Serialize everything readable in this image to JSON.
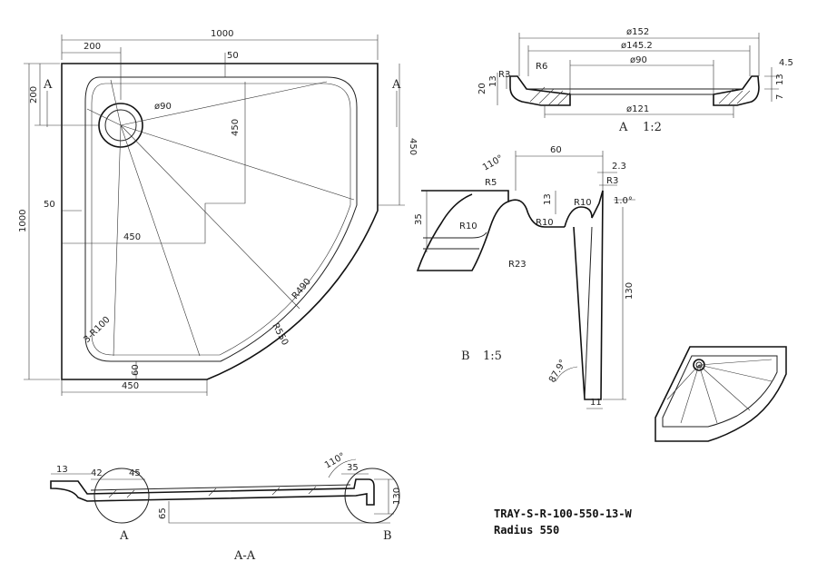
{
  "plan": {
    "dims": {
      "width": "1000",
      "height": "1000",
      "left_offset": "200",
      "top_offset": "50",
      "right_offset": "450",
      "drain_dia": "ø90",
      "center_v": "450",
      "center_h": "450",
      "side_50": "50",
      "bottom_450": "450",
      "bottom_60": "60",
      "corner_r": "3-R100",
      "r490": "R490",
      "r550": "R550"
    },
    "section_marks": [
      "A",
      "A"
    ]
  },
  "detail_a": {
    "dims": {
      "d152": "ø152",
      "d145": "ø145.2",
      "d90": "ø90",
      "d121": "ø121",
      "r3": "R3",
      "r6": "R6",
      "h20": "20",
      "h13l": "13",
      "t45": "4.5",
      "h13r": "13",
      "h7": "7"
    },
    "label": "A",
    "scale": "1:2"
  },
  "detail_b": {
    "dims": {
      "w60": "60",
      "a110": "110°",
      "r5": "R5",
      "r10a": "R10",
      "r10b": "R10",
      "r10c": "R10",
      "r23": "R23",
      "h13": "13",
      "h35": "35",
      "w23": "2.3",
      "r3": "R3",
      "a10": "1.0°",
      "h130": "130",
      "a879": "87.9°",
      "w11": "11"
    },
    "label": "B",
    "scale": "1:5"
  },
  "section_aa": {
    "dims": {
      "t13": "13",
      "w42": "42",
      "w45": "45",
      "h65": "65",
      "a110": "110°",
      "w35": "35",
      "h130": "130"
    },
    "circle_a": "A",
    "circle_b": "B",
    "title": "A-A"
  },
  "product": {
    "code": "TRAY-S-R-100-550-13-W",
    "radius": "Radius 550"
  }
}
